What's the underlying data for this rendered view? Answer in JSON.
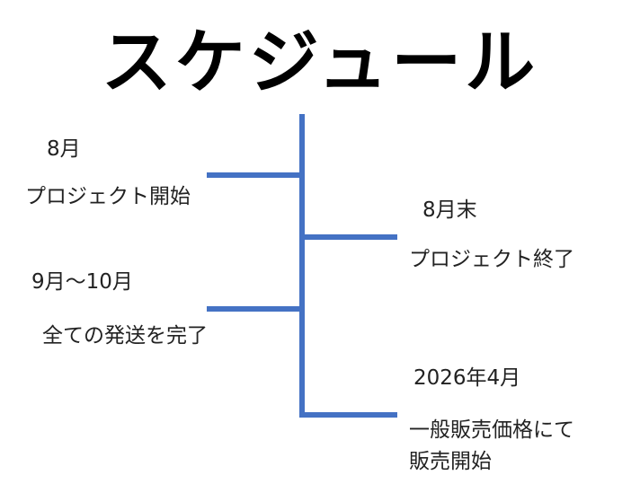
{
  "title": "スケジュール",
  "line_color": "#4472C4",
  "events": [
    {
      "date": "8月",
      "text": "プロジェクト開始",
      "side": "left"
    },
    {
      "date": "8月末",
      "text": "プロジェクト終了",
      "side": "right"
    },
    {
      "date": "9月～10月",
      "text": "全ての発送を完了",
      "side": "left"
    },
    {
      "date": "2026年4月",
      "text": "一般販売価格にて",
      "text2": "販売開始",
      "side": "right"
    }
  ]
}
